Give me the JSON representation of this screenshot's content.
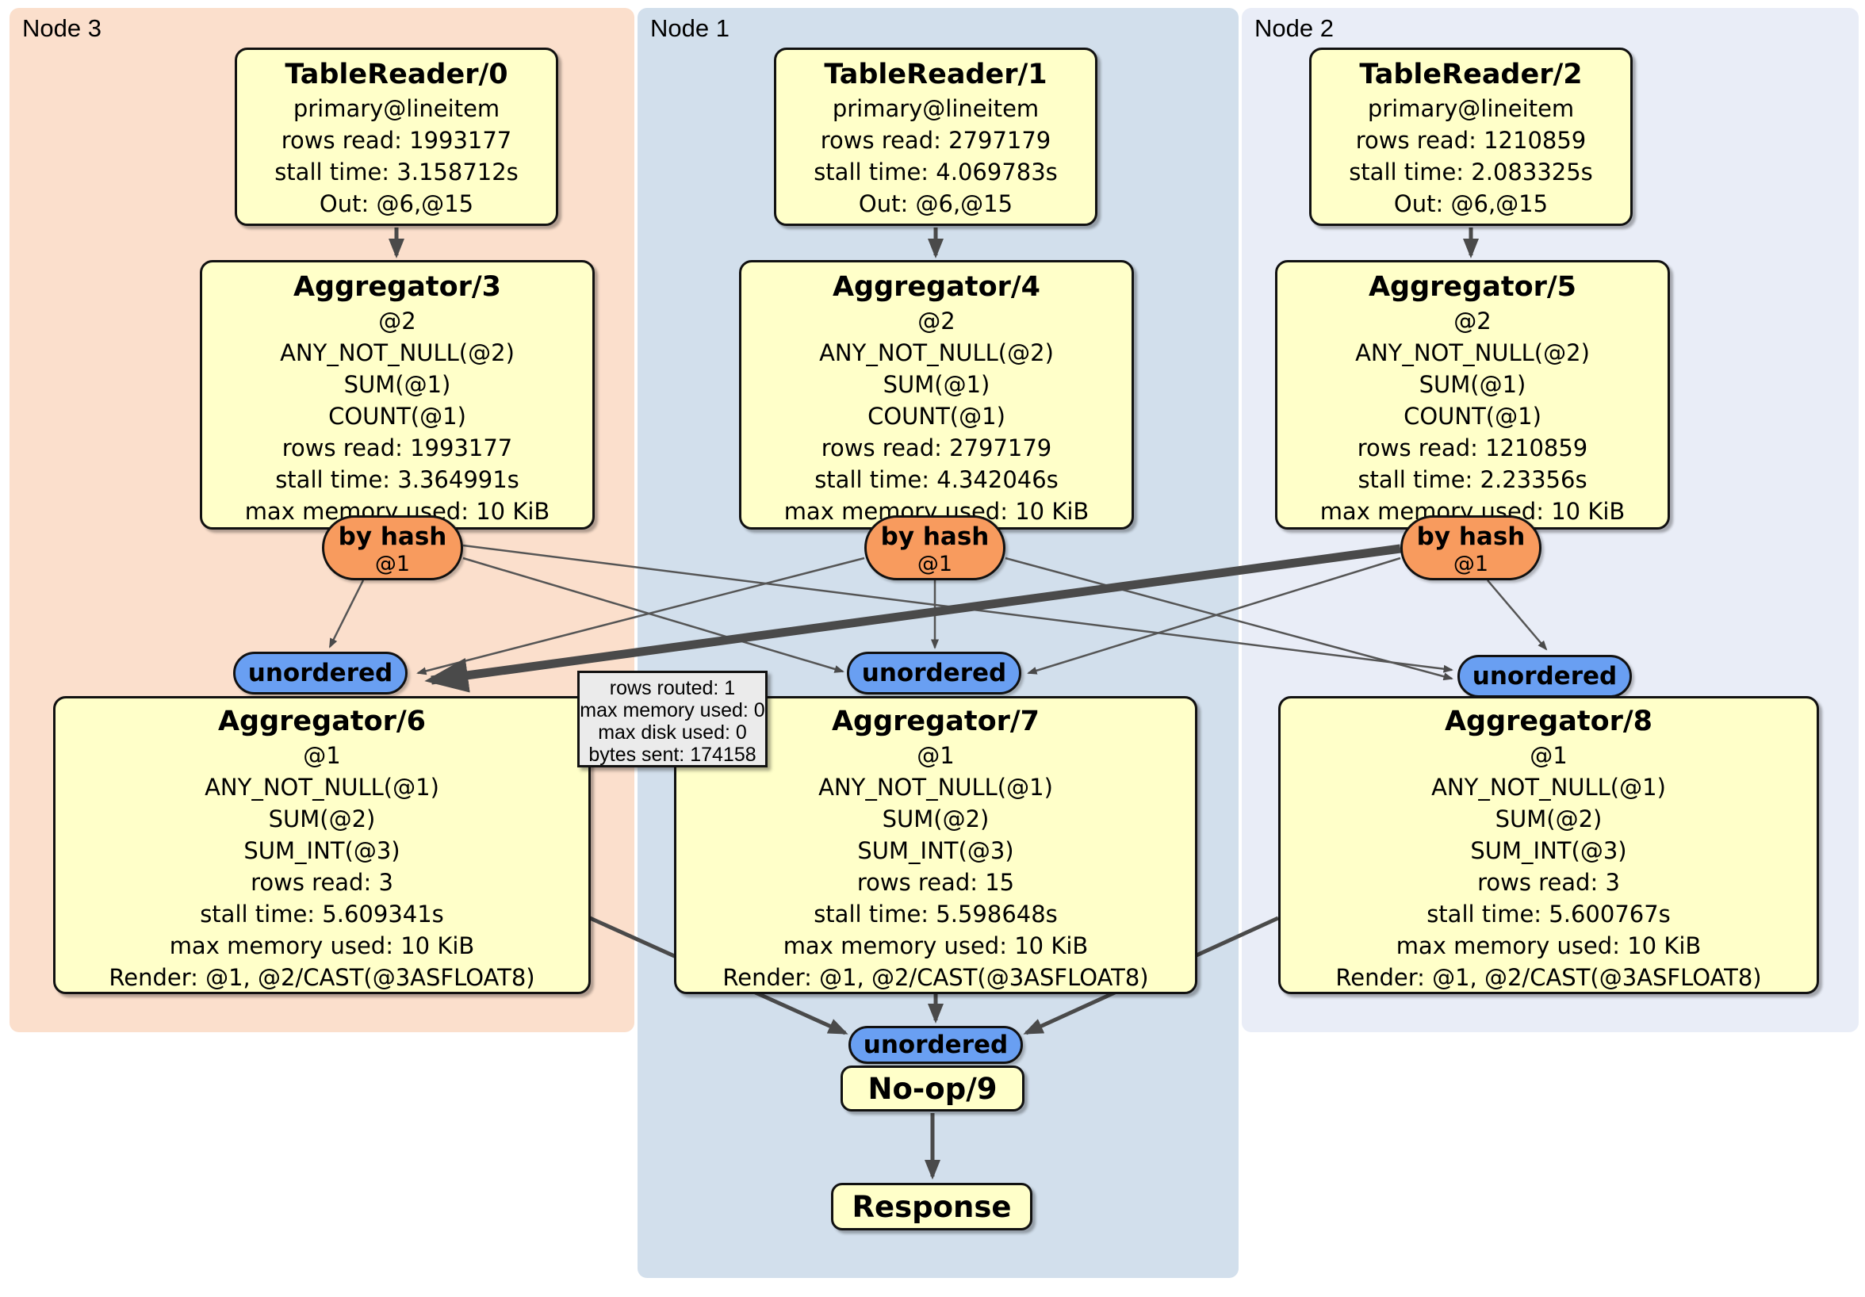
{
  "panels": {
    "node3": "Node 3",
    "node1": "Node 1",
    "node2": "Node 2"
  },
  "colors": {
    "node3_bg": "#fbdfcc",
    "node1_bg": "#d2dfec",
    "node2_bg": "#e9edf7",
    "processor_fill": "#ffffc9",
    "router_fill": "#f89b5e",
    "sync_fill": "#699ff2",
    "edge": "#4a4a4a",
    "tooltip_bg": "#ebebeb"
  },
  "processors": {
    "tr0": {
      "title": "TableReader/0",
      "lines": [
        "primary@lineitem",
        "rows read: 1993177",
        "stall time: 3.158712s",
        "Out: @6,@15"
      ]
    },
    "tr1": {
      "title": "TableReader/1",
      "lines": [
        "primary@lineitem",
        "rows read: 2797179",
        "stall time: 4.069783s",
        "Out: @6,@15"
      ]
    },
    "tr2": {
      "title": "TableReader/2",
      "lines": [
        "primary@lineitem",
        "rows read: 1210859",
        "stall time: 2.083325s",
        "Out: @6,@15"
      ]
    },
    "agg3": {
      "title": "Aggregator/3",
      "lines": [
        "@2",
        "ANY_NOT_NULL(@2)",
        "SUM(@1)",
        "COUNT(@1)",
        "rows read: 1993177",
        "stall time: 3.364991s",
        "max memory used: 10 KiB"
      ]
    },
    "agg4": {
      "title": "Aggregator/4",
      "lines": [
        "@2",
        "ANY_NOT_NULL(@2)",
        "SUM(@1)",
        "COUNT(@1)",
        "rows read: 2797179",
        "stall time: 4.342046s",
        "max memory used: 10 KiB"
      ]
    },
    "agg5": {
      "title": "Aggregator/5",
      "lines": [
        "@2",
        "ANY_NOT_NULL(@2)",
        "SUM(@1)",
        "COUNT(@1)",
        "rows read: 1210859",
        "stall time: 2.23356s",
        "max memory used: 10 KiB"
      ]
    },
    "agg6": {
      "title": "Aggregator/6",
      "lines": [
        "@1",
        "ANY_NOT_NULL(@1)",
        "SUM(@2)",
        "SUM_INT(@3)",
        "rows read: 3",
        "stall time: 5.609341s",
        "max memory used: 10 KiB",
        "Render: @1, @2/CAST(@3ASFLOAT8)"
      ]
    },
    "agg7": {
      "title": "Aggregator/7",
      "lines": [
        "@1",
        "ANY_NOT_NULL(@1)",
        "SUM(@2)",
        "SUM_INT(@3)",
        "rows read: 15",
        "stall time: 5.598648s",
        "max memory used: 10 KiB",
        "Render: @1, @2/CAST(@3ASFLOAT8)"
      ]
    },
    "agg8": {
      "title": "Aggregator/8",
      "lines": [
        "@1",
        "ANY_NOT_NULL(@1)",
        "SUM(@2)",
        "SUM_INT(@3)",
        "rows read: 3",
        "stall time: 5.600767s",
        "max memory used: 10 KiB",
        "Render: @1, @2/CAST(@3ASFLOAT8)"
      ]
    },
    "noop": {
      "title": "No-op/9"
    },
    "response": {
      "title": "Response"
    }
  },
  "routers": {
    "by_hash": {
      "label": "by hash",
      "detail": "@1"
    },
    "unordered": {
      "label": "unordered"
    }
  },
  "tooltip": {
    "lines": [
      "rows routed: 1",
      "max memory used: 0",
      "max disk used: 0",
      "bytes sent: 174158"
    ]
  }
}
